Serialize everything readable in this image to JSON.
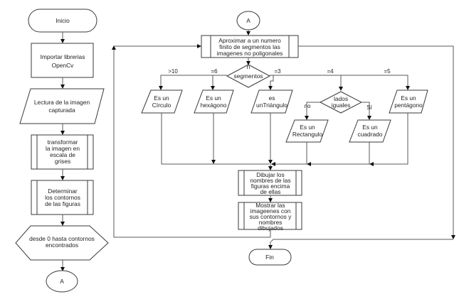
{
  "left_flow": {
    "start": "Inicio",
    "import": [
      "Importar librerias",
      "OpenCv"
    ],
    "read": [
      "Lectura de la imagen",
      "capturada"
    ],
    "gray": [
      "transformar",
      "la imagen en",
      "escala de",
      "grises"
    ],
    "contours": [
      "Determinar",
      "los contornos",
      "de las figuras"
    ],
    "loop": [
      "desde 0 hasta contornos",
      "encontrados"
    ],
    "connector": "A"
  },
  "right_flow": {
    "connector": "A",
    "approx": [
      "Aproximar a un numero",
      "finito de segmentos las",
      "imagenes no poligonales"
    ],
    "decision": [
      "n",
      "segmentos"
    ],
    "branches": {
      "gt10": {
        "edge": ">10",
        "text": [
          "Es un",
          "Círculo"
        ]
      },
      "eq6": {
        "edge": "=6",
        "text": [
          "Es un",
          "hexágono"
        ]
      },
      "eq3": {
        "edge": "=3",
        "text": [
          "es",
          "unTriángulo"
        ]
      },
      "eq4": {
        "edge": "=4"
      },
      "eq5": {
        "edge": "=5",
        "text": [
          "Es un",
          "pentágono"
        ]
      }
    },
    "sides": {
      "decision": [
        "lados",
        "iguales"
      ],
      "no_edge": "no",
      "yes_edge": "Sí",
      "no_text": [
        "Es un",
        "Rectangulo"
      ],
      "yes_text": [
        "Es un",
        "cuadrado"
      ]
    },
    "draw_names": [
      "Dibujar los",
      "nombres de las",
      "figuras encima",
      "de ellas"
    ],
    "show": [
      "Mostrar las",
      "imageenes con",
      "sus contornos y",
      "nombres",
      "dibujados"
    ],
    "end": "Fin"
  }
}
